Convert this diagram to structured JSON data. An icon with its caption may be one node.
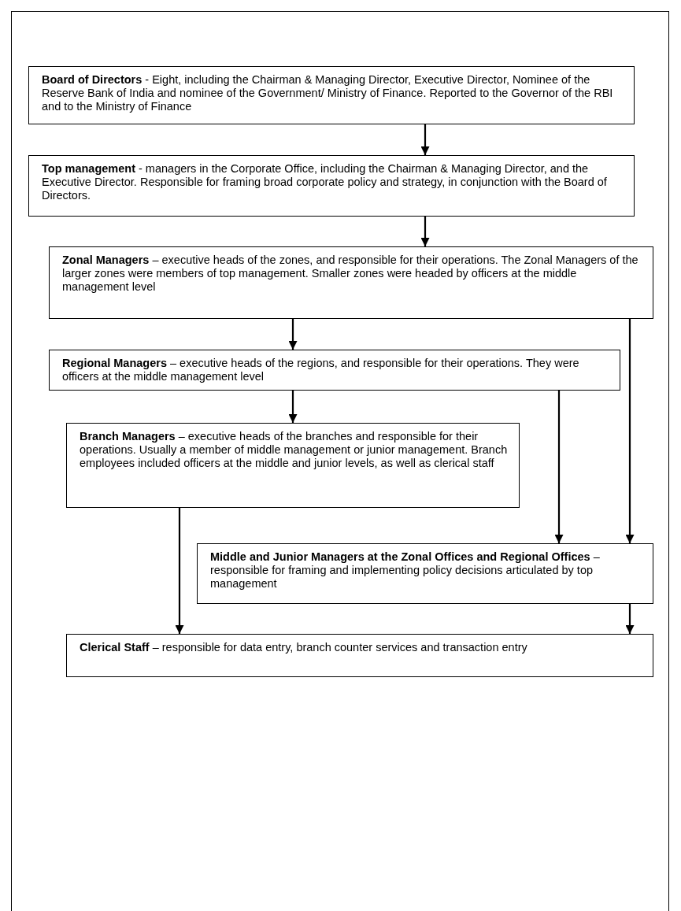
{
  "diagram": {
    "nodes": [
      {
        "text": [
          "**Board of Directors** - Eight, including the Chairman & Managing Director, Executive Director, Nominee of the Reserve Bank of India and nominee of the Government/ Ministry of Finance. Reported to the Governor of the RBI and to the Ministry of Finance"
        ]
      },
      {
        "text": [
          "**Top management** - managers in the Corporate Office, including the Chairman & Managing Director, and the Executive Director. Responsible for framing broad corporate policy and strategy, in conjunction with the Board of Directors."
        ]
      },
      {
        "text": [
          "**Zonal Managers** – executive heads of the zones, and responsible for their operations. The Zonal Managers of the larger zones were members of top management. Smaller zones were headed by officers at the middle management level"
        ]
      },
      {
        "text": [
          "**Regional Managers** – executive heads of the regions, and responsible for their operations. They were officers at the middle management level"
        ]
      },
      {
        "text": [
          "**Branch Managers** – executive heads of the branches and responsible for their operations. Usually a member of middle management or junior management. Branch employees included officers at the middle and junior levels, as well as clerical staff"
        ]
      },
      {
        "text": [
          "**Middle and Junior Managers at the Zonal Offices and Regional Offices** – responsible for framing and implementing policy decisions articulated by top management"
        ]
      },
      {
        "text": [
          "**Clerical Staff** – responsible for data entry, branch counter services and transaction entry"
        ]
      }
    ],
    "edges": [
      {
        "from": 0,
        "to": 1,
        "arrow": "to"
      },
      {
        "from": 1,
        "to": 2,
        "arrow": "to"
      },
      {
        "from": 2,
        "to": 3,
        "arrow": "to"
      },
      {
        "from": 2,
        "to": 5,
        "arrow": "to"
      },
      {
        "from": 3,
        "to": 4,
        "arrow": "to"
      },
      {
        "from": 3,
        "to": 5,
        "arrow": "to"
      },
      {
        "from": 4,
        "to": 6,
        "arrow": "to"
      },
      {
        "from": 5,
        "to": 6,
        "arrow": "to"
      }
    ]
  }
}
